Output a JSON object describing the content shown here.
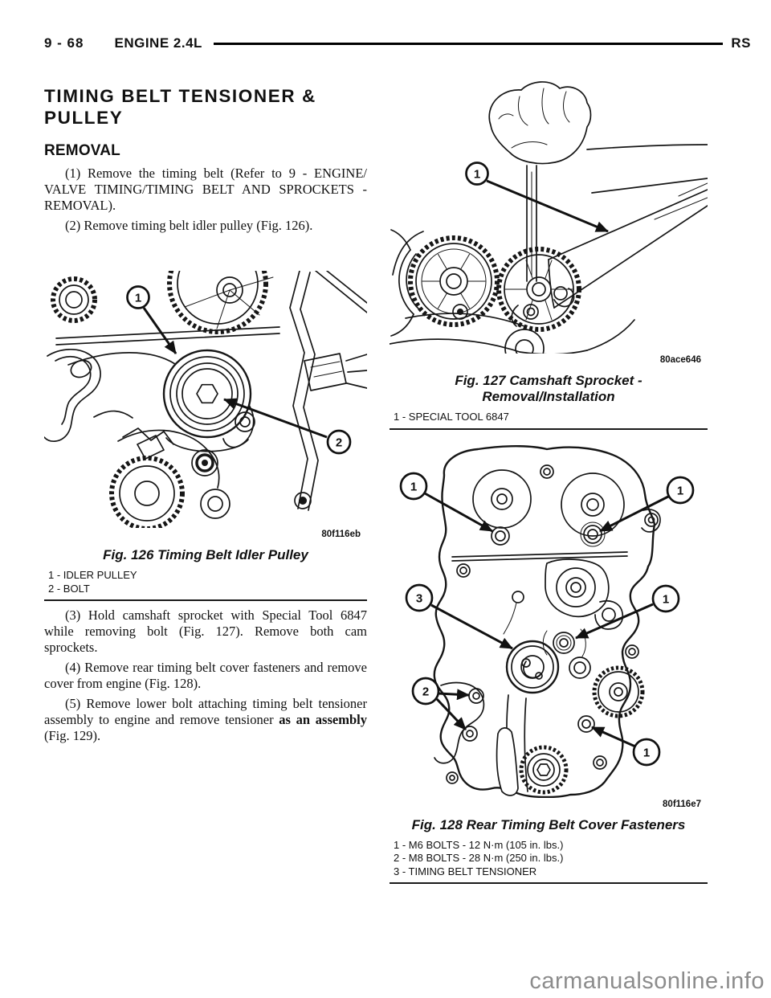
{
  "header": {
    "page_ref": "9 - 68",
    "section_title": "ENGINE 2.4L",
    "model_code": "RS"
  },
  "article": {
    "title": "TIMING BELT TENSIONER & PULLEY",
    "removal_heading": "REMOVAL",
    "steps": [
      {
        "text": "(1) Remove the timing belt (Refer to 9 - ENGINE/ VALVE TIMING/TIMING BELT AND SPROCKETS - REMOVAL)."
      },
      {
        "text": "(2) Remove timing belt idler pulley (Fig. 126)."
      },
      {
        "text": "(3) Hold camshaft sprocket with Special Tool 6847 while removing bolt (Fig. 127). Remove both cam sprockets."
      },
      {
        "text": "(4) Remove rear timing belt cover fasteners and remove cover from engine (Fig. 128)."
      },
      {
        "pre": "(5) Remove lower bolt attaching timing belt tensioner assembly to engine and remove tensioner ",
        "bold": "as an assembly",
        "post": " (Fig. 129)."
      }
    ]
  },
  "figures": {
    "fig126": {
      "code": "80f116eb",
      "caption": "Fig. 126 Timing Belt Idler Pulley",
      "legend": [
        "1 - IDLER PULLEY",
        "2 - BOLT"
      ],
      "callout1": "1",
      "callout2": "2"
    },
    "fig127": {
      "code": "80ace646",
      "caption": "Fig. 127 Camshaft Sprocket - Removal/Installation",
      "legend": [
        "1 - SPECIAL TOOL 6847"
      ],
      "callout1": "1"
    },
    "fig128": {
      "code": "80f116e7",
      "caption": "Fig. 128 Rear Timing Belt Cover Fasteners",
      "legend": [
        "1 - M6 BOLTS - 12 N·m (105 in. lbs.)",
        "2 - M8 BOLTS - 28 N·m (250 in. lbs.)",
        "3 - TIMING BELT TENSIONER"
      ],
      "callout_tl": "1",
      "callout_tr": "1",
      "callout_mr": "1",
      "callout_br": "1",
      "callout_2": "2",
      "callout_3": "3"
    }
  },
  "watermark": {
    "text": "carmanualsonline.info"
  }
}
